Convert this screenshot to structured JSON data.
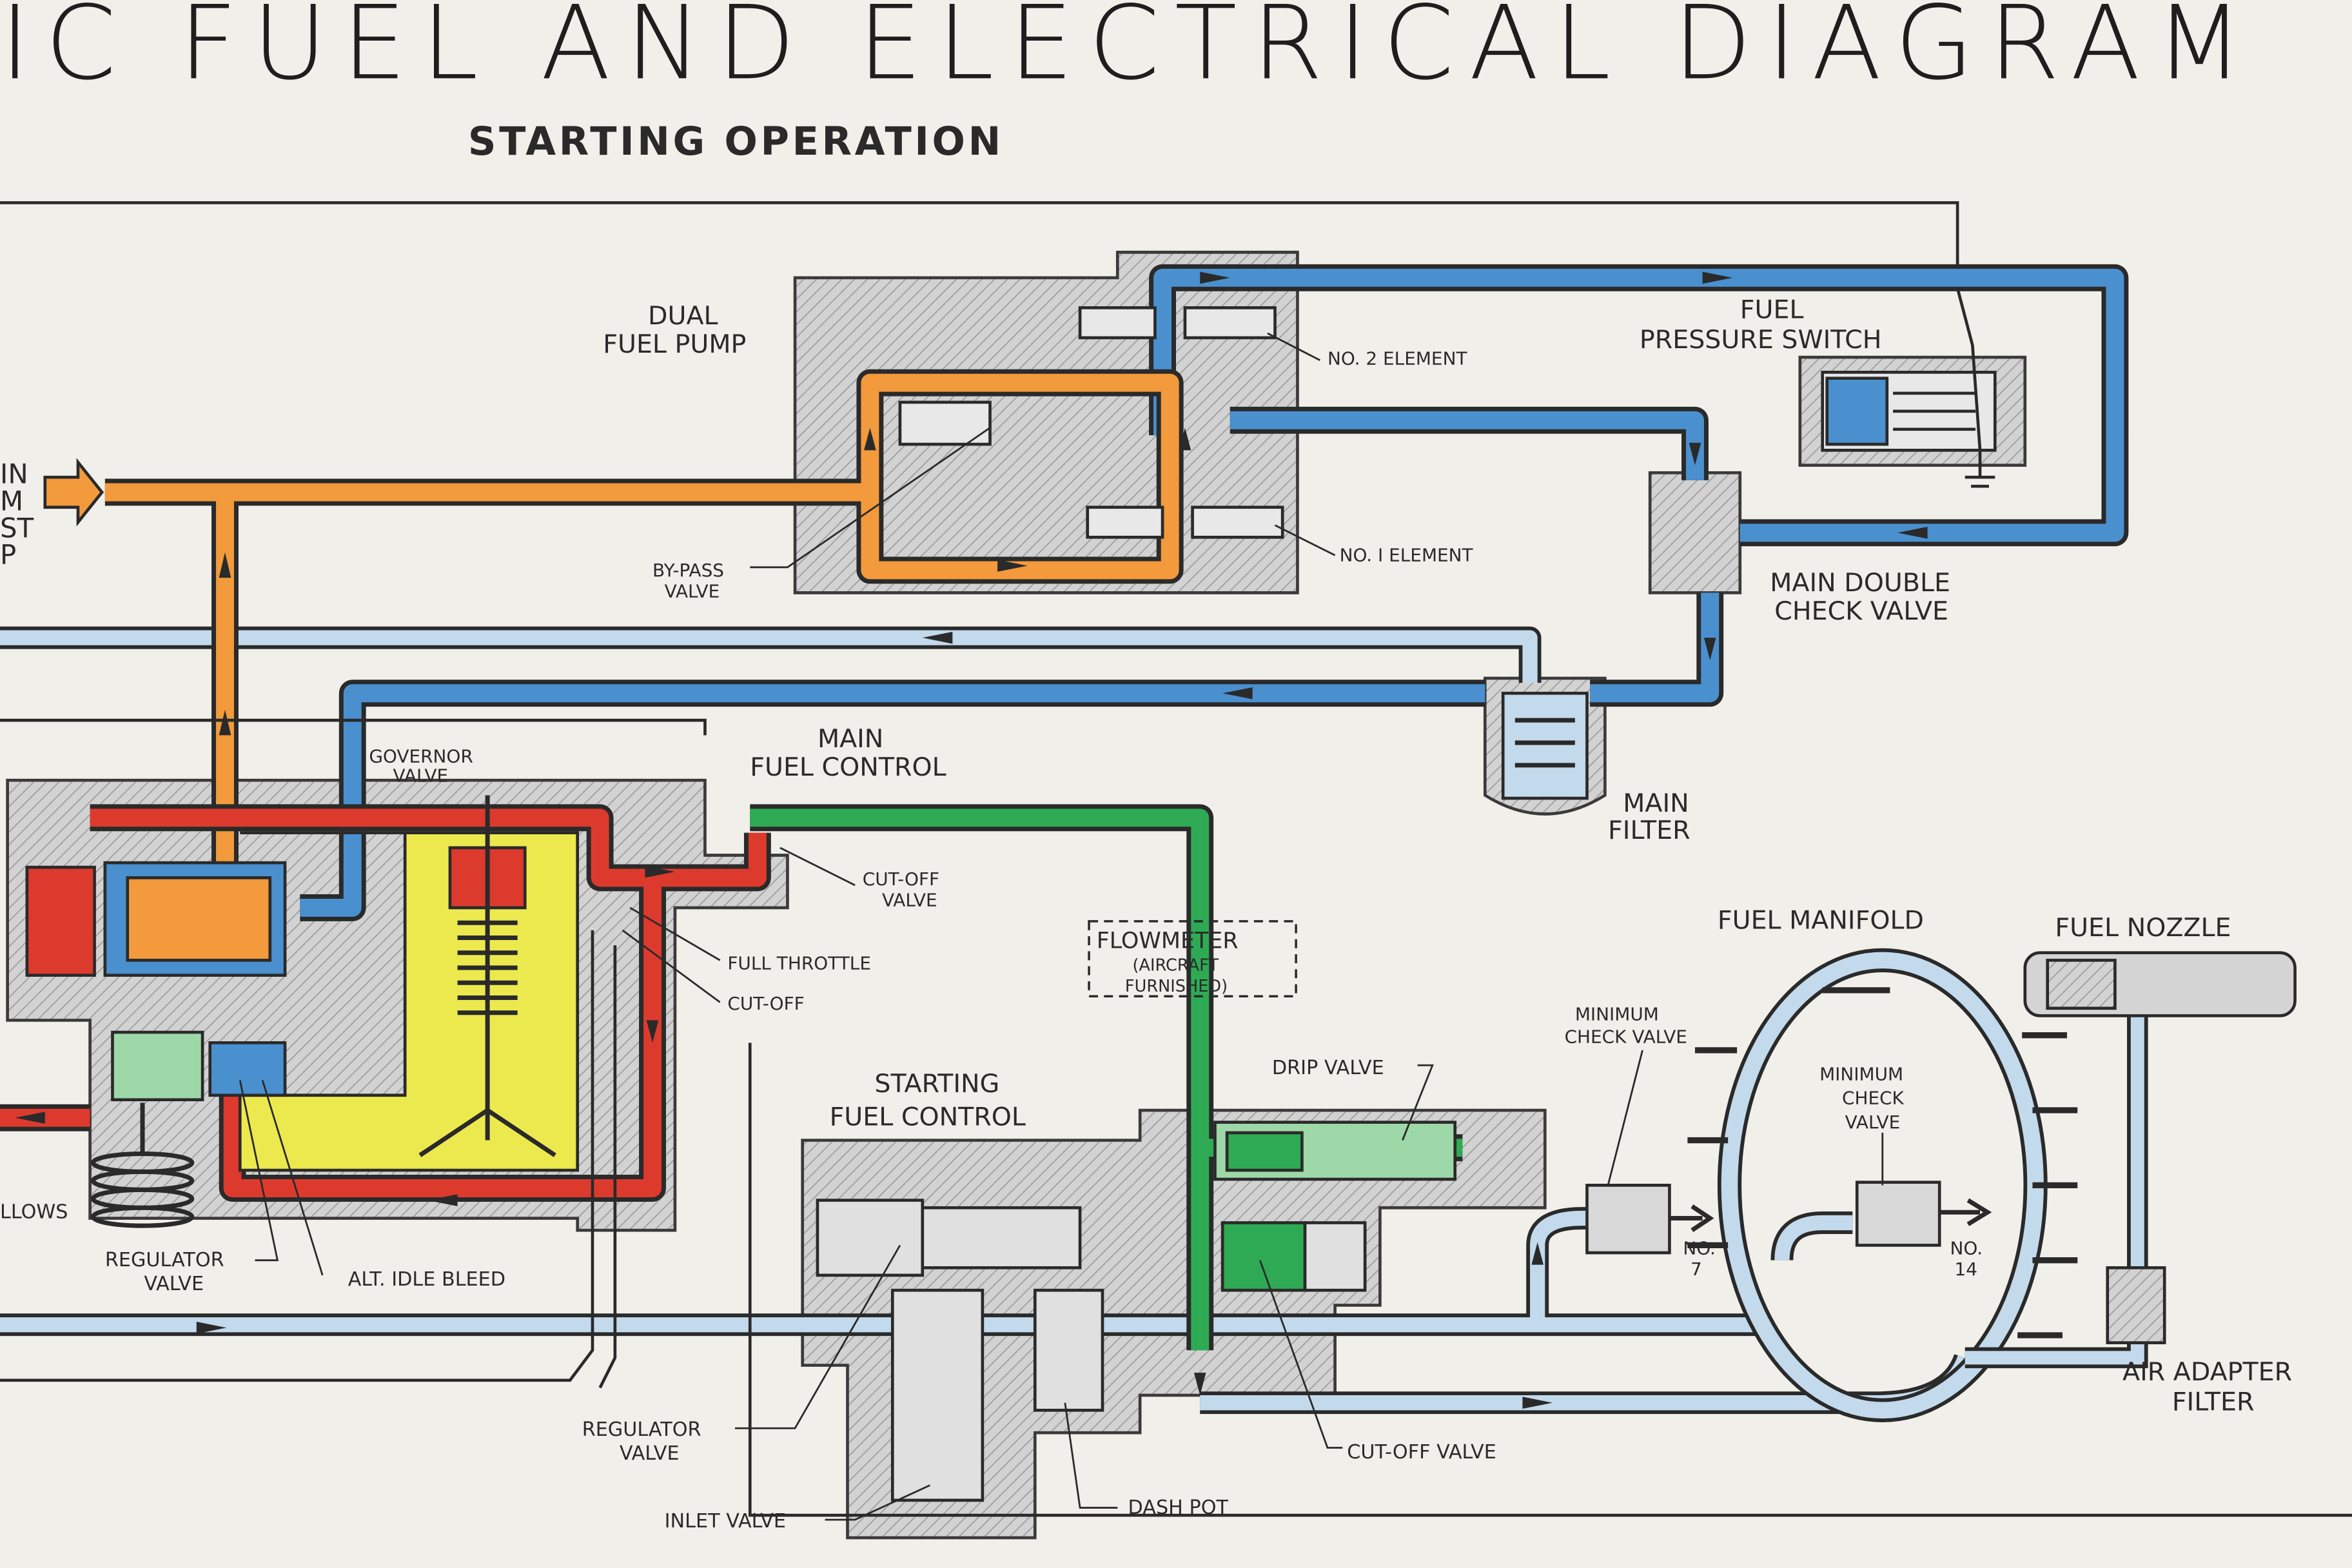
{
  "title": "IC FUEL AND ELECTRICAL DIAGRAM",
  "subtitle": "STARTING OPERATION",
  "left_fragments": [
    "IN",
    "M",
    "ST",
    "P"
  ],
  "labels": {
    "dual_fuel_pump": [
      "DUAL",
      "FUEL PUMP"
    ],
    "no2_element": "NO. 2 ELEMENT",
    "no1_element": "NO. I ELEMENT",
    "bypass_valve": [
      "BY-PASS",
      "VALVE"
    ],
    "fuel_pressure_switch": [
      "FUEL",
      "PRESSURE SWITCH"
    ],
    "main_double_check_valve": [
      "MAIN DOUBLE",
      "CHECK VALVE"
    ],
    "main_filter": [
      "MAIN",
      "FILTER"
    ],
    "main_fuel_control": [
      "MAIN",
      "FUEL CONTROL"
    ],
    "governor_valve": [
      "GOVERNOR",
      "VALVE"
    ],
    "cut_off_valve_top": [
      "CUT-OFF",
      "VALVE"
    ],
    "full_throttle": "FULL THROTTLE",
    "cut_off": "CUT-OFF",
    "flowmeter": [
      "FLOWMETER",
      "(AIRCRAFT",
      "FURNISHED)"
    ],
    "fuel_manifold": "FUEL MANIFOLD",
    "fuel_nozzle": "FUEL NOZZLE",
    "minimum_check_valve_1": [
      "MINIMUM",
      "CHECK VALVE"
    ],
    "minimum_check_valve_2": [
      "MINIMUM",
      "CHECK",
      "VALVE"
    ],
    "drip_valve": "DRIP VALVE",
    "starting_fuel_control": [
      "STARTING",
      "FUEL CONTROL"
    ],
    "no7": [
      "NO.",
      "7"
    ],
    "no14": [
      "NO.",
      "14"
    ],
    "air_adapter_filter": [
      "AIR ADAPTER",
      "FILTER"
    ],
    "bellows": "LLOWS",
    "regulator_valve_left": [
      "REGULATOR",
      "VALVE"
    ],
    "alt_idle_bleed": "ALT. IDLE BLEED",
    "regulator_valve_bottom": [
      "REGULATOR",
      "VALVE"
    ],
    "inlet_valve": "INLET VALVE",
    "dash_pot": "DASH POT",
    "cut_off_valve_bottom": "CUT-OFF VALVE"
  },
  "colors": {
    "paper": "#f1efe9",
    "housing": "#c9c9c9",
    "blue": "#4a90cf",
    "light_blue": "#c3d9ec",
    "orange": "#f29a3c",
    "red": "#dd3a2e",
    "yellow": "#ece94e",
    "green": "#2eaa55",
    "line": "#2a2a2a"
  }
}
